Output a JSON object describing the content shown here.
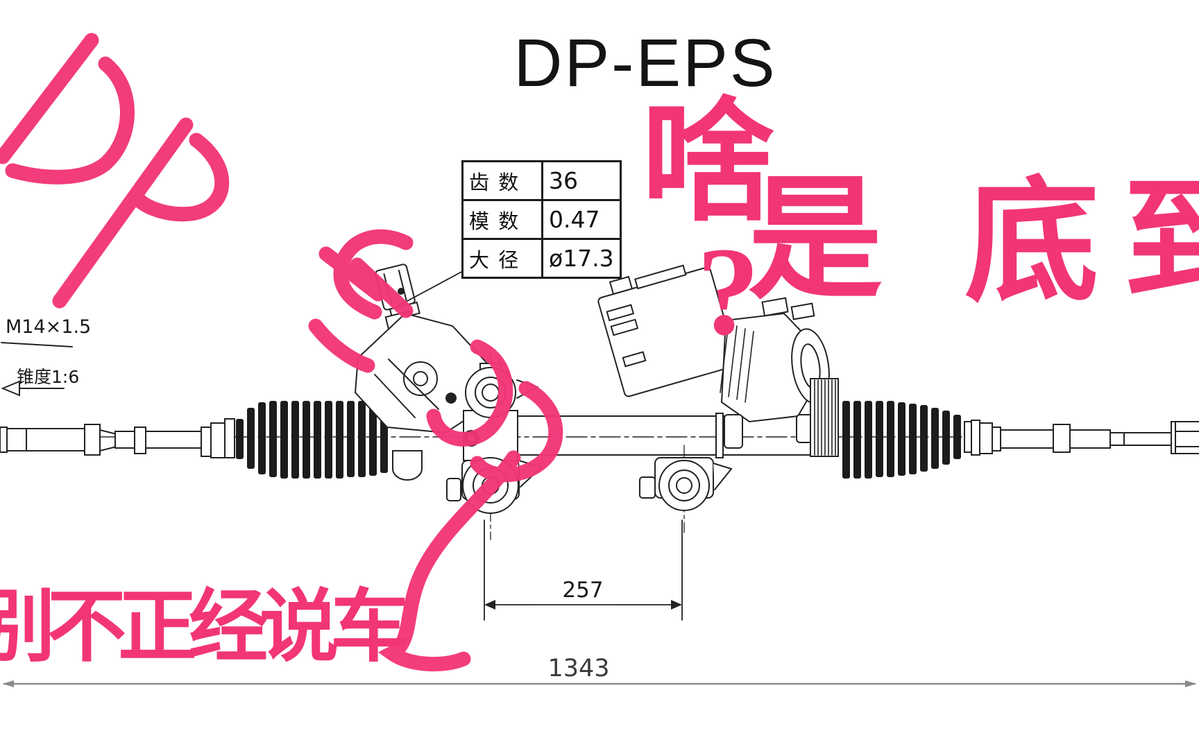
{
  "colors": {
    "pink": "#f23577",
    "ink": "#222222",
    "dim_gray": "#8a8a8a"
  },
  "title": {
    "text": "DP-EPS"
  },
  "handwriting": {
    "text": "DP-EPS"
  },
  "stickers": {
    "big_char": "啥",
    "question_mark": "?",
    "marquee_chars": [
      "是",
      "底",
      "到"
    ],
    "channel_watermark": "别不正经说车"
  },
  "spec_table": {
    "rows": [
      {
        "label": "齿 数",
        "value": "36"
      },
      {
        "label": "模 数",
        "value": "0.47"
      },
      {
        "label": "大 径",
        "value": "ø17.3"
      }
    ]
  },
  "labels": {
    "thread_spec": "M14×1.5",
    "taper_spec": "锥度1:6"
  },
  "dimensions": {
    "mount_distance": "257",
    "overall_length": "1343"
  }
}
